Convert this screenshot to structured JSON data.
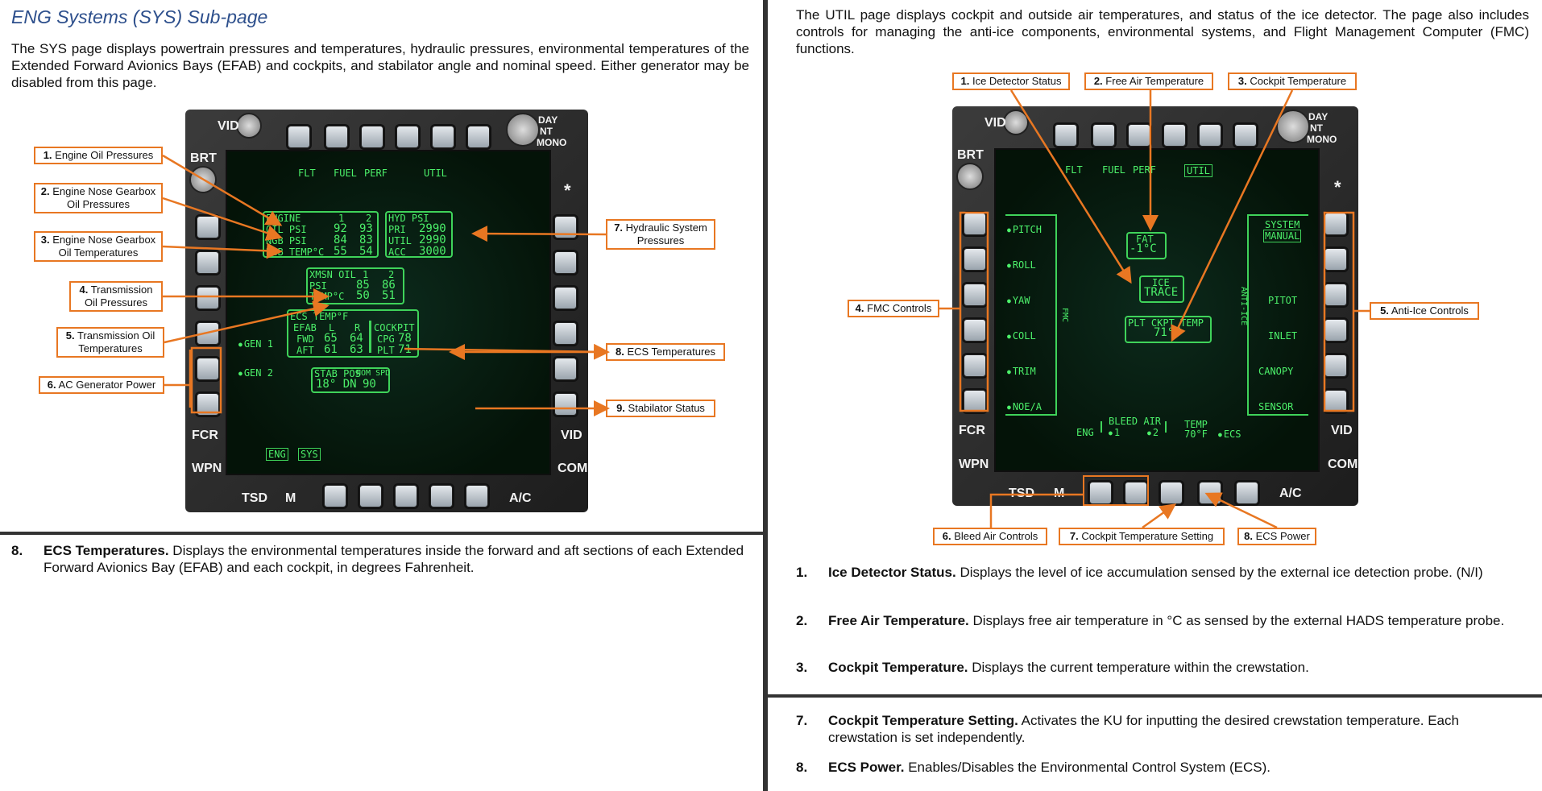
{
  "left": {
    "title": "ENG Systems (SYS) Sub-page",
    "intro": "The SYS page displays powertrain pressures and temperatures, hydraulic pressures, environmental temperatures of the Extended Forward Avionics Bays (EFAB) and cockpits, and stabilator angle and nominal speed. Either generator may be disabled from this page.",
    "callouts": [
      {
        "num": "1.",
        "text": "Engine Oil Pressures"
      },
      {
        "num": "2.",
        "text": "Engine Nose Gearbox",
        "text2": "Oil Pressures"
      },
      {
        "num": "3.",
        "text": "Engine Nose Gearbox",
        "text2": "Oil Temperatures"
      },
      {
        "num": "4.",
        "text": "Transmission",
        "text2": "Oil Pressures"
      },
      {
        "num": "5.",
        "text": "Transmission Oil",
        "text2": "Temperatures"
      },
      {
        "num": "6.",
        "text": "AC Generator Power"
      },
      {
        "num": "7.",
        "text": "Hydraulic System",
        "text2": "Pressures"
      },
      {
        "num": "8.",
        "text": "ECS Temperatures"
      },
      {
        "num": "9.",
        "text": "Stabilator Status"
      }
    ],
    "mfd": {
      "silk": {
        "vid_top": "VID",
        "brt": "BRT",
        "day": "DAY",
        "nt": "NT",
        "mono": "MONO",
        "fcr": "FCR",
        "wpn": "WPN",
        "tsd": "TSD",
        "m": "M",
        "ac": "A/C",
        "vid_r": "VID",
        "com": "COM",
        "star": "*"
      },
      "top_labels": [
        "FLT",
        "FUEL",
        "PERF",
        "UTIL"
      ],
      "engine": {
        "header": "ENGINE",
        "c1": "1",
        "c2": "2",
        "rows": [
          {
            "l": "OIL PSI",
            "a": "92",
            "b": "93"
          },
          {
            "l": "NGB PSI",
            "a": "84",
            "b": "83"
          },
          {
            "l": "NGB TEMP°C",
            "a": "55",
            "b": "54"
          }
        ]
      },
      "hyd": {
        "header": "HYD PSI",
        "rows": [
          {
            "l": "PRI",
            "v": "2990"
          },
          {
            "l": "UTIL",
            "v": "2990"
          },
          {
            "l": "ACC",
            "v": "3000"
          }
        ]
      },
      "xmsn": {
        "header": "XMSN OIL",
        "c1": "1",
        "c2": "2",
        "rows": [
          {
            "l": "PSI",
            "a": "85",
            "b": "86"
          },
          {
            "l": "TEMP°C",
            "a": "50",
            "b": "51"
          }
        ]
      },
      "ecs": {
        "header": "ECS TEMP°F",
        "efab": "EFAB",
        "l": "L",
        "r": "R",
        "cockpit": "COCKPIT",
        "fwd": "FWD",
        "fwd_l": "65",
        "fwd_r": "64",
        "aft": "AFT",
        "aft_l": "61",
        "aft_r": "63",
        "cpg": "CPG",
        "cpg_v": "78",
        "plt": "PLT",
        "plt_v": "71"
      },
      "gen1": "GEN 1",
      "gen2": "GEN 2",
      "stab": {
        "h1": "STAB POS",
        "h2": "NOM SPD",
        "v1": "18° DN",
        "v2": "90"
      },
      "bottom": {
        "eng": "ENG",
        "sys": "SYS"
      }
    },
    "item8": {
      "num": "8.",
      "bold": "ECS Temperatures.",
      "text": " Displays the environmental temperatures inside the forward and aft sections of each Extended Forward Avionics Bay (EFAB) and each cockpit, in degrees Fahrenheit."
    }
  },
  "right": {
    "intro": "The UTIL page displays cockpit and outside air temperatures, and status of the ice detector. The page also includes controls for managing the anti-ice components, environmental systems, and Flight Management Computer (FMC) functions.",
    "callouts": [
      {
        "num": "1.",
        "text": "Ice Detector Status"
      },
      {
        "num": "2.",
        "text": "Free Air Temperature"
      },
      {
        "num": "3.",
        "text": "Cockpit Temperature"
      },
      {
        "num": "4.",
        "text": "FMC Controls"
      },
      {
        "num": "5.",
        "text": "Anti-Ice Controls"
      },
      {
        "num": "6.",
        "text": "Bleed Air Controls"
      },
      {
        "num": "7.",
        "text": "Cockpit Temperature Setting"
      },
      {
        "num": "8.",
        "text": "ECS Power"
      }
    ],
    "mfd": {
      "top_labels": [
        "FLT",
        "FUEL",
        "PERF",
        "UTIL"
      ],
      "fmc_items": [
        "PITCH",
        "ROLL",
        "YAW",
        "COLL",
        "TRIM",
        "NOE/A"
      ],
      "fmc_label": "FMC",
      "anti_items": [
        "PITOT",
        "INLET",
        "CANOPY",
        "SENSOR"
      ],
      "anti_label": "ANTI-ICE",
      "system": "SYSTEM",
      "manual": "MANUAL",
      "fat": "FAT",
      "fat_v": "-1°C",
      "ice": "ICE",
      "trace": "TRACE",
      "plt": "PLT CKPT TEMP",
      "plt_v": "71°F",
      "bleed": "BLEED AIR",
      "b1": "1",
      "b2": "2",
      "eng": "ENG",
      "temp": "TEMP",
      "temp_v": "70°F",
      "ecs": "ECS"
    },
    "items": [
      {
        "num": "1.",
        "bold": "Ice Detector Status.",
        "text": " Displays the level of ice accumulation sensed by the external ice detection probe. (N/I)"
      },
      {
        "num": "2.",
        "bold": "Free Air Temperature.",
        "text": " Displays free air temperature in °C as sensed by the external HADS temperature probe."
      },
      {
        "num": "3.",
        "bold": "Cockpit Temperature.",
        "text": " Displays the current temperature within the crewstation."
      },
      {
        "num": "7.",
        "bold": "Cockpit Temperature Setting.",
        "text": " Activates the KU for inputting the desired crewstation temperature. Each crewstation is set independently."
      },
      {
        "num": "8.",
        "bold": "ECS Power.",
        "text": " Enables/Disables the Environmental Control System (ECS)."
      }
    ]
  }
}
